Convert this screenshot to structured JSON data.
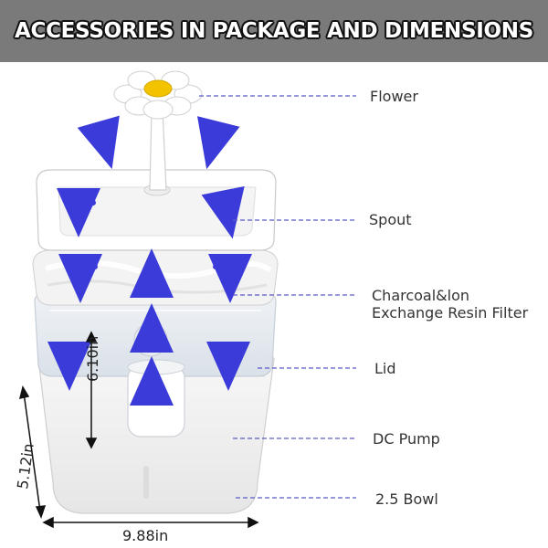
{
  "banner": {
    "title": "ACCESSORIES IN PACKAGE AND DIMENSIONS",
    "background": "#7a7a7a"
  },
  "callouts": {
    "flower": "Flower",
    "spout": "Spout",
    "filter_line1": "Charcoal&lon",
    "filter_line2": "Exchange Resin Filter",
    "lid": "Lid",
    "pump": "DC Pump",
    "bowl": "2.5 Bowl"
  },
  "dimensions": {
    "height_inner": "6.10in",
    "height_outer": "5.12in",
    "width": "9.88in"
  },
  "colors": {
    "arrow": "#3b3bd9",
    "leader_line": "#5a5ac8",
    "flower_center": "#f3c300"
  }
}
